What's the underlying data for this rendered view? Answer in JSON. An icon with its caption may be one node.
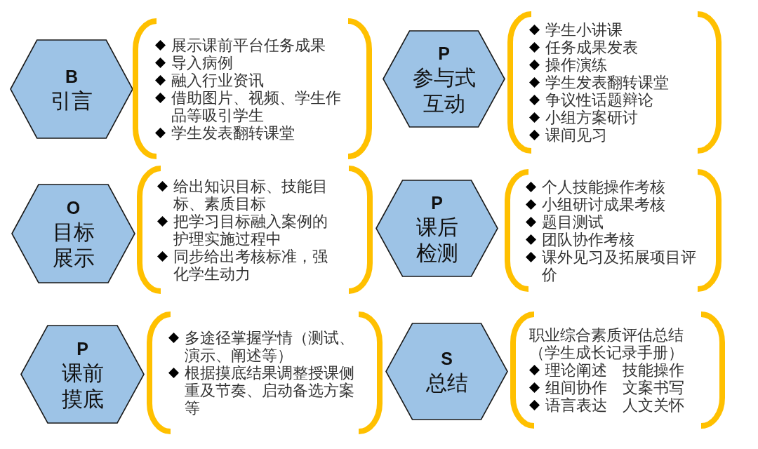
{
  "diagram": {
    "nodes": [
      {
        "text": [
          "B",
          "引言"
        ]
      },
      {
        "text": [
          "展示课前平台任务成果",
          "导入病例",
          "融入行业资讯",
          "借助图片、视频、学生作品等吸引学生",
          "学生发表翻转课堂"
        ]
      },
      {
        "text": [
          "P",
          "参与式互动"
        ]
      },
      {
        "text": [
          "学生小讲课",
          "任务成果发表",
          "操作演练",
          "学生发表翻转课堂",
          "争议性话题辩论",
          "小组方案研讨",
          "课间见习"
        ]
      },
      {
        "text": [
          "O",
          "目标展示"
        ]
      },
      {
        "text": [
          "给出知识目标、技能目标、素质目标",
          "把学习目标融入案例的护理实施过程中",
          "同步给出考核标准，强化学生动力"
        ]
      },
      {
        "text": [
          "P",
          "课后检测"
        ]
      },
      {
        "text": [
          "个人技能操作考核",
          "小组研讨成果考核",
          "题目测试",
          "团队协作考核",
          "课外见习及拓展项目评价"
        ]
      },
      {
        "text": [
          "P",
          "课前摸底"
        ]
      },
      {
        "text": [
          "多途径掌握学情（测试、演示、阐述等）",
          "根据摸底结果调整授课侧重及节奏、启动备选方案等"
        ]
      },
      {
        "text": [
          "S",
          "总结"
        ]
      },
      {
        "text": [
          "职业综合素质评估总结（学生成长记录手册）",
          "理论阐述　技能操作",
          "组间协作　文案书写",
          "语言表达　人文关怀"
        ]
      }
    ]
  }
}
